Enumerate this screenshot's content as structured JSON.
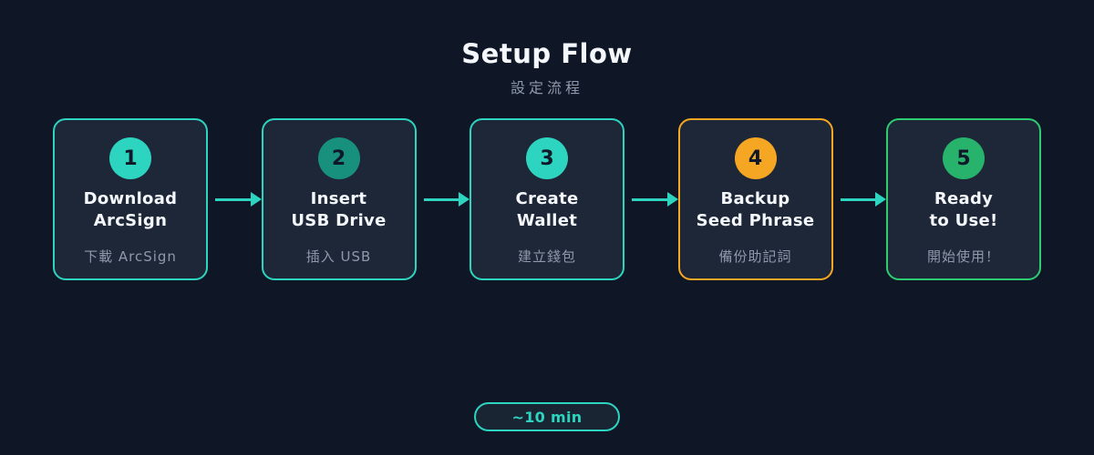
{
  "header": {
    "title": "Setup Flow",
    "subtitle": "設定流程"
  },
  "badge": {
    "label": "~10 min"
  },
  "colors": {
    "background": "#0f1726",
    "card_background": "#1e2737",
    "badge_background": "#1a2534",
    "accent_teal": "#2dd4bf",
    "orange": "#f5a623",
    "green": "#2ecc71",
    "dark_teal": "#17907e",
    "success_green": "#27b36b",
    "title_text": "#f4f7fb",
    "muted_text": "#8e99ab",
    "step_number_text": "#10192a"
  },
  "steps": [
    {
      "number": "1",
      "title_line1": "Download",
      "title_line2": "ArcSign",
      "subtitle": "下載 ArcSign",
      "circle_color": "#2dd4bf",
      "border_color": "#2dd4bf"
    },
    {
      "number": "2",
      "title_line1": "Insert",
      "title_line2": "USB Drive",
      "subtitle": "插入 USB",
      "circle_color": "#17907e",
      "border_color": "#2dd4bf"
    },
    {
      "number": "3",
      "title_line1": "Create",
      "title_line2": "Wallet",
      "subtitle": "建立錢包",
      "circle_color": "#2dd4bf",
      "border_color": "#2dd4bf"
    },
    {
      "number": "4",
      "title_line1": "Backup",
      "title_line2": "Seed Phrase",
      "subtitle": "備份助記詞",
      "circle_color": "#f5a623",
      "border_color": "#f5a623"
    },
    {
      "number": "5",
      "title_line1": "Ready",
      "title_line2": "to Use!",
      "subtitle": "開始使用！",
      "circle_color": "#27b36b",
      "border_color": "#2ecc71"
    }
  ]
}
